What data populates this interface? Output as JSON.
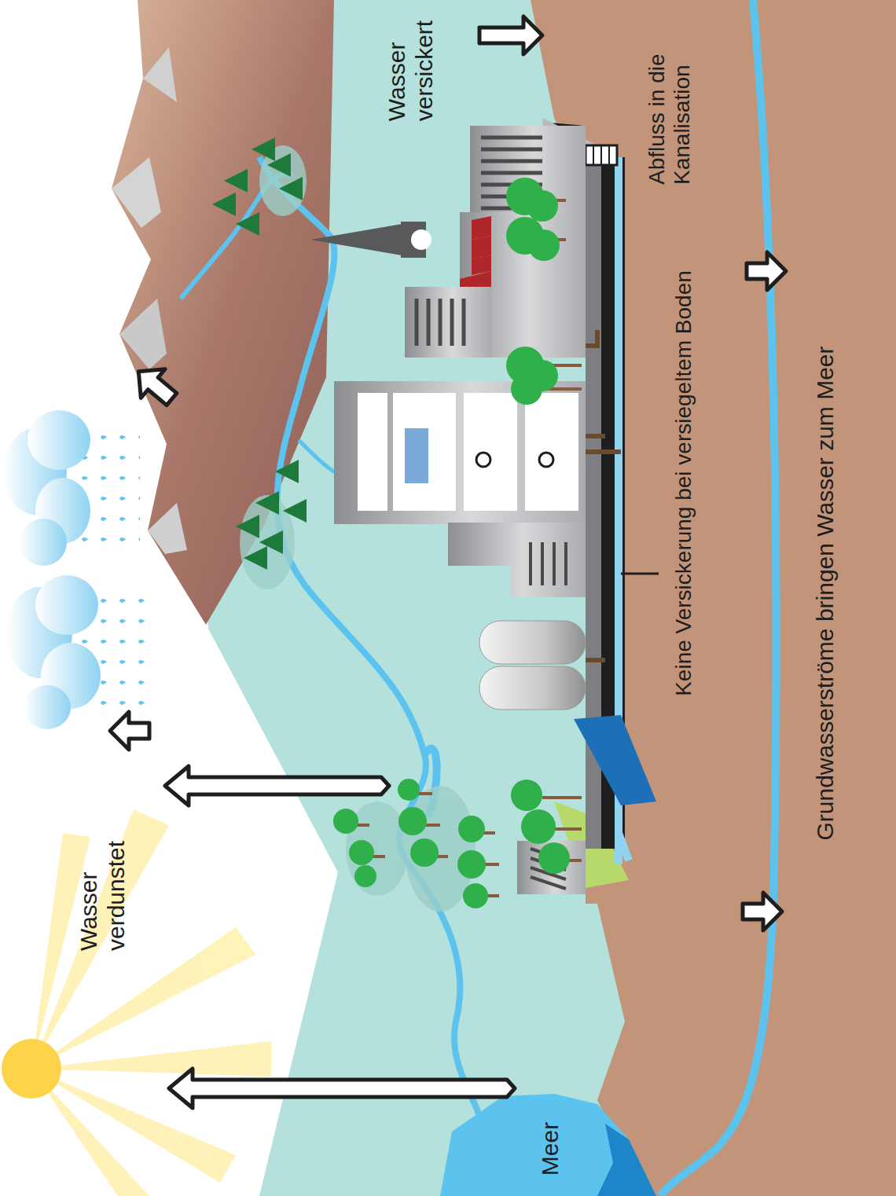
{
  "diagram": {
    "labels": [
      "Wasser versickert",
      "Abfluss in die Kanalisation",
      "Wasser verdunstet",
      "Keine Versickerung bei versiegeltem Boden",
      "Grundwasserströme bringen Wasser zum Meer",
      "Meer"
    ]
  }
}
